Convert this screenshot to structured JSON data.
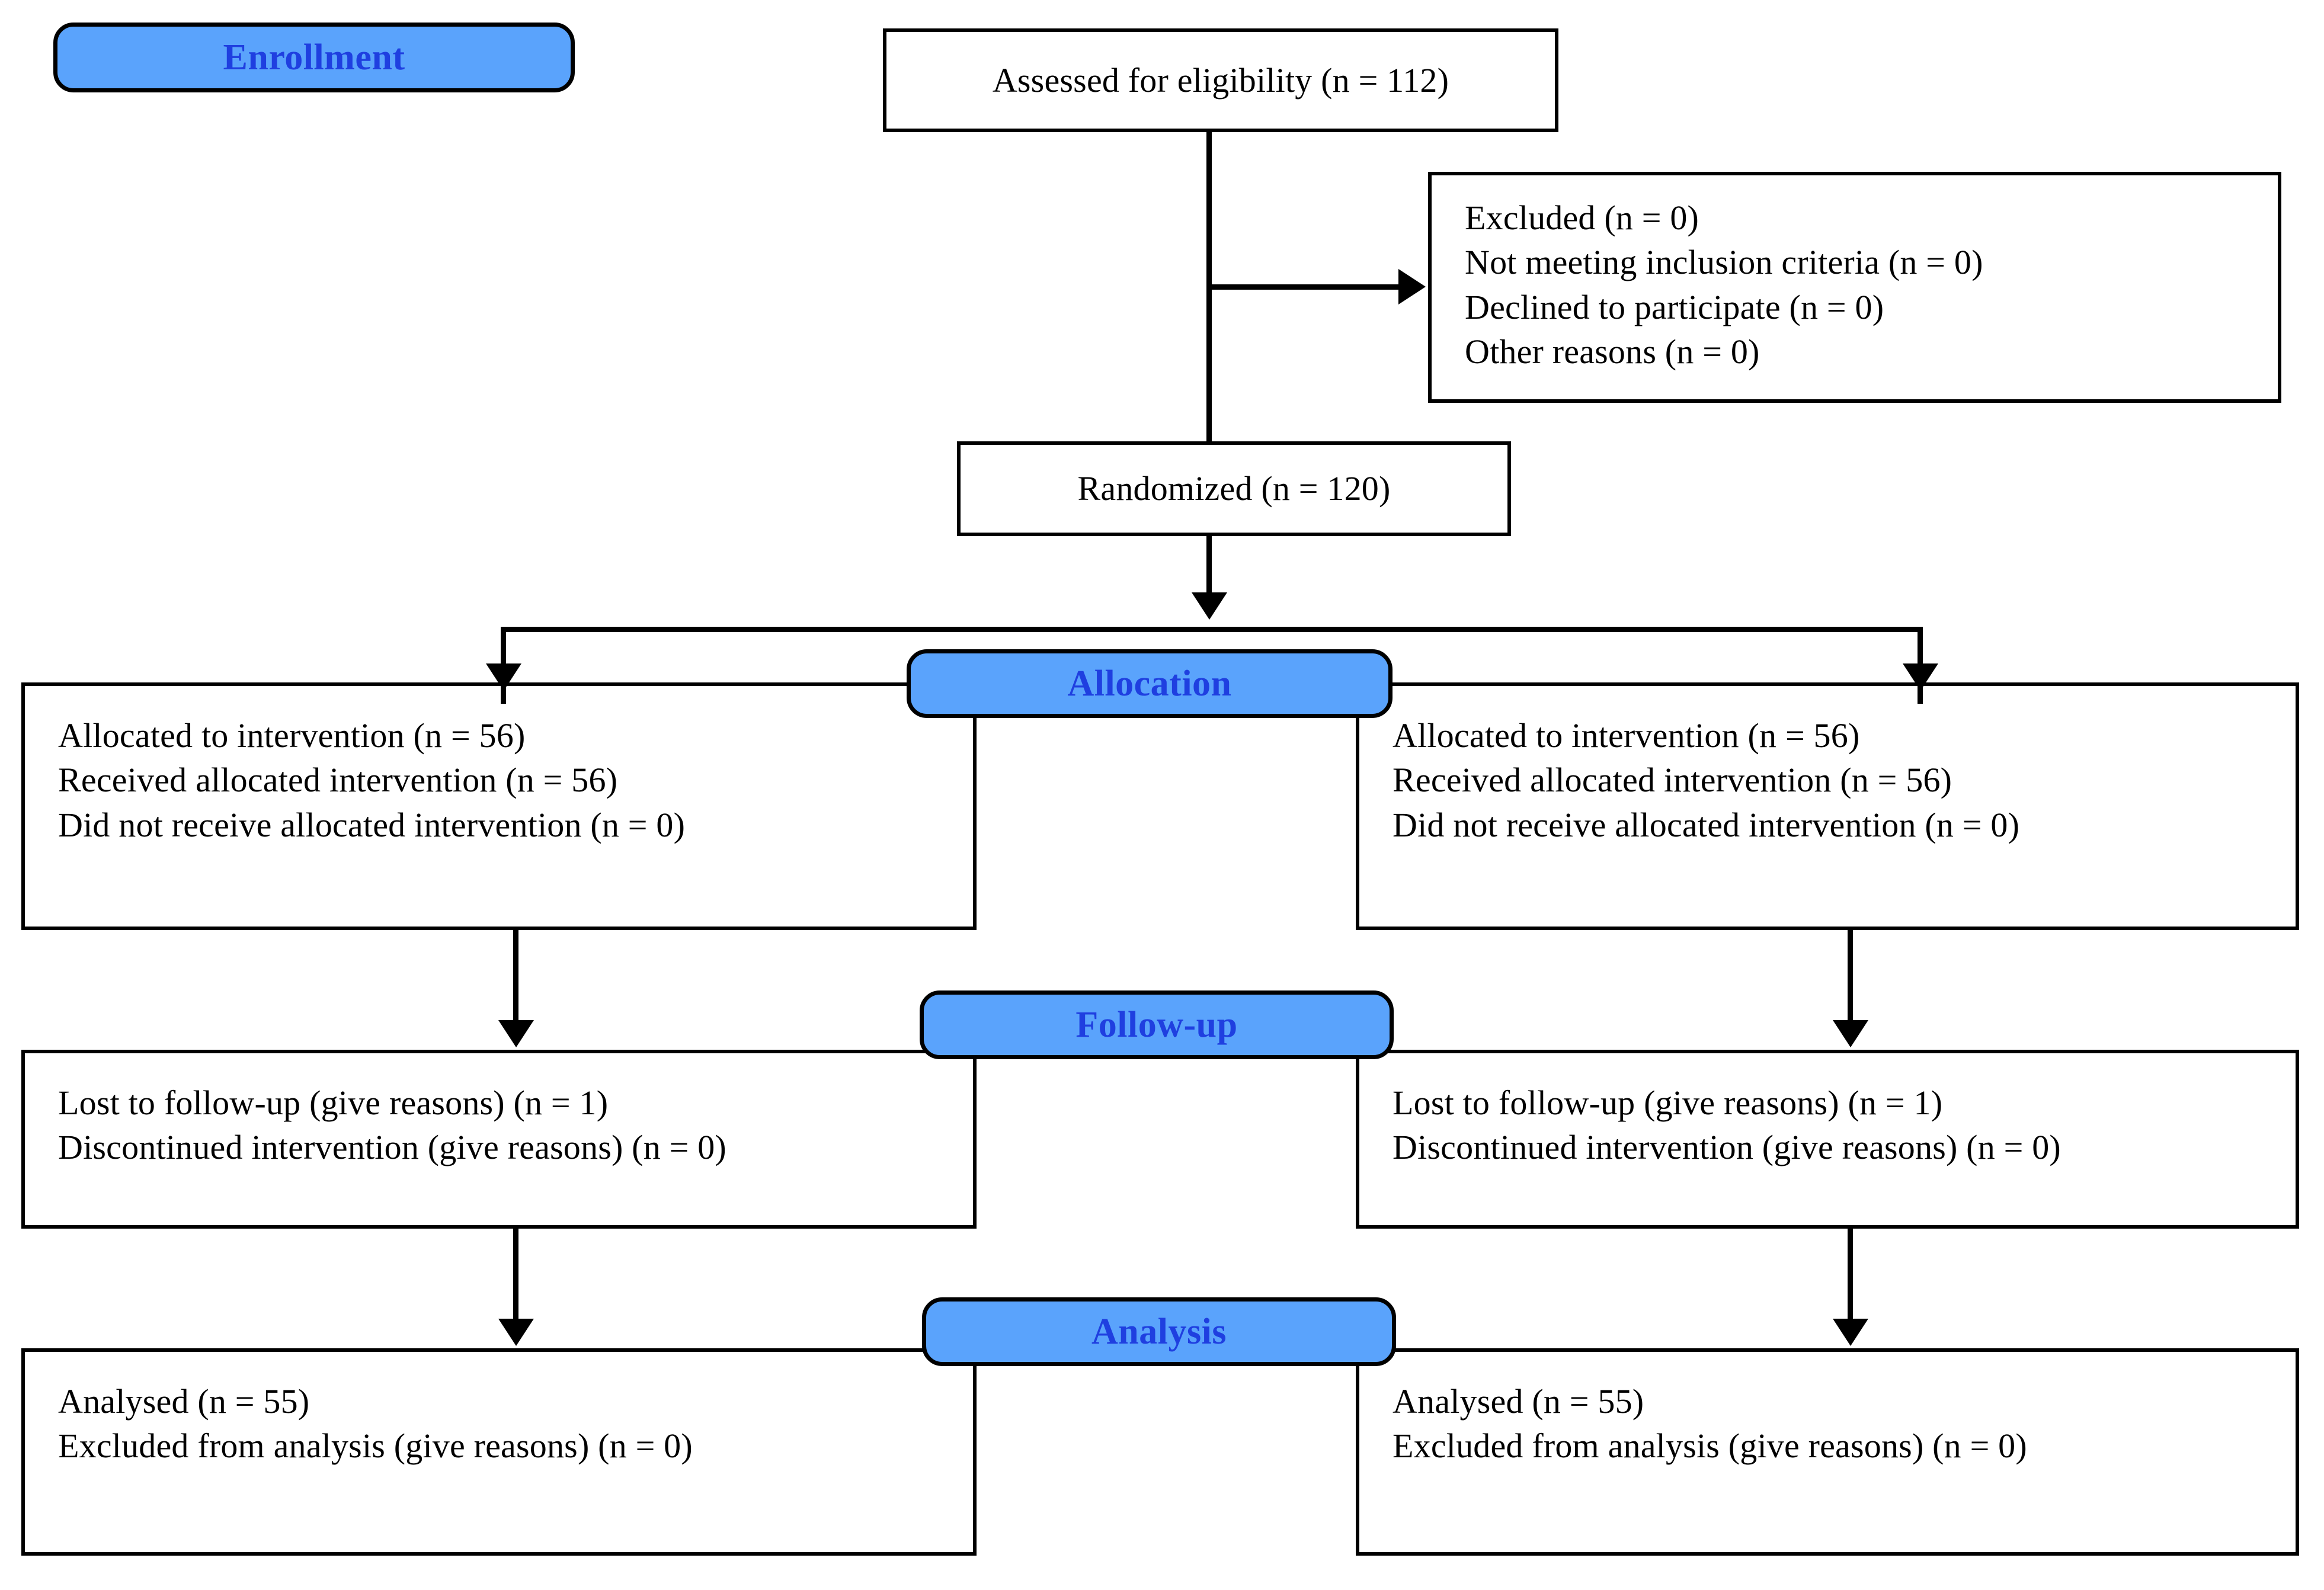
{
  "diagram": {
    "title": "CONSORT participant flow diagram",
    "accent_blue_fill": "#5AA3FC",
    "accent_blue_text": "#1F3FE0",
    "line_color": "#000000",
    "background": "#FFFFFF"
  },
  "stages": {
    "enrollment": "Enrollment",
    "allocation": "Allocation",
    "followup": "Follow-up",
    "analysis": "Analysis"
  },
  "enrollment": {
    "assessed": "Assessed for eligibility (n = 112)",
    "excluded": [
      "Excluded (n = 0)",
      "Not meeting inclusion criteria (n = 0)",
      "Declined to participate (n = 0)",
      "Other reasons (n = 0)"
    ],
    "randomized": "Randomized (n = 120)"
  },
  "arms": {
    "left": {
      "allocation": [
        "Allocated to intervention (n = 56)",
        "Received allocated intervention (n = 56)",
        "Did not receive allocated intervention (n = 0)"
      ],
      "followup": [
        "Lost to follow-up (give reasons) (n = 1)",
        "Discontinued intervention (give reasons) (n = 0)"
      ],
      "analysis": [
        "Analysed (n = 55)",
        "Excluded from analysis (give reasons) (n = 0)"
      ]
    },
    "right": {
      "allocation": [
        "Allocated to intervention (n = 56)",
        "Received allocated intervention (n = 56)",
        "Did not receive allocated intervention (n = 0)"
      ],
      "followup": [
        "Lost to follow-up (give reasons) (n = 1)",
        "Discontinued intervention (give reasons) (n = 0)"
      ],
      "analysis": [
        "Analysed (n = 55)",
        "Excluded from analysis (give reasons) (n = 0)"
      ]
    }
  },
  "counts": {
    "assessed_n": 112,
    "excluded_n": 0,
    "not_meeting_criteria_n": 0,
    "declined_n": 0,
    "other_reasons_n": 0,
    "randomized_n": 120,
    "left_allocated_n": 56,
    "left_received_n": 56,
    "left_not_received_n": 0,
    "left_lost_n": 1,
    "left_discontinued_n": 0,
    "left_analysed_n": 55,
    "left_excluded_analysis_n": 0,
    "right_allocated_n": 56,
    "right_received_n": 56,
    "right_not_received_n": 0,
    "right_lost_n": 1,
    "right_discontinued_n": 0,
    "right_analysed_n": 55,
    "right_excluded_analysis_n": 0
  }
}
